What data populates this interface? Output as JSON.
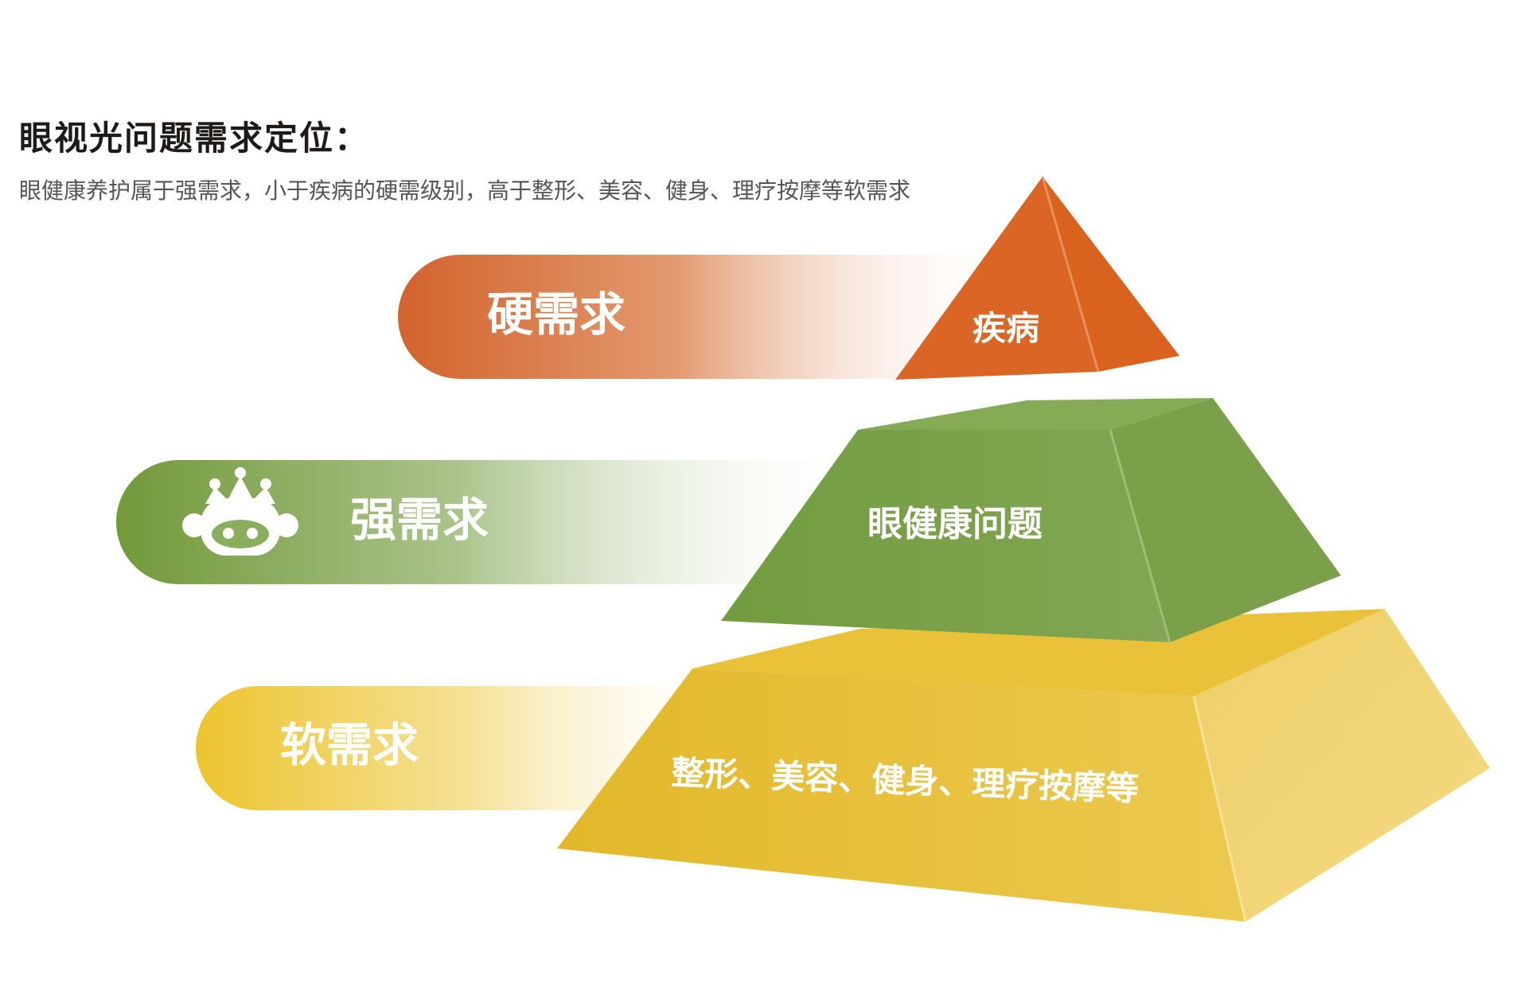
{
  "header": {
    "title": "眼视光问题需求定位：",
    "subtitle": "眼健康养护属于强需求，小于疾病的硬需级别，高于整形、美容、健身、理疗按摩等软需求"
  },
  "bands": [
    {
      "label": "硬需求",
      "color": "#d2632c"
    },
    {
      "label": "强需求",
      "color": "#72993a"
    },
    {
      "label": "软需求",
      "color": "#ecc42d"
    }
  ],
  "pyramid": [
    {
      "label": "疾病",
      "color": "#da6525"
    },
    {
      "label": "眼健康问题",
      "color": "#7a9f46"
    },
    {
      "label": "整形、美容、健身、理疗按摩等",
      "color": "#e8bf2b"
    }
  ]
}
